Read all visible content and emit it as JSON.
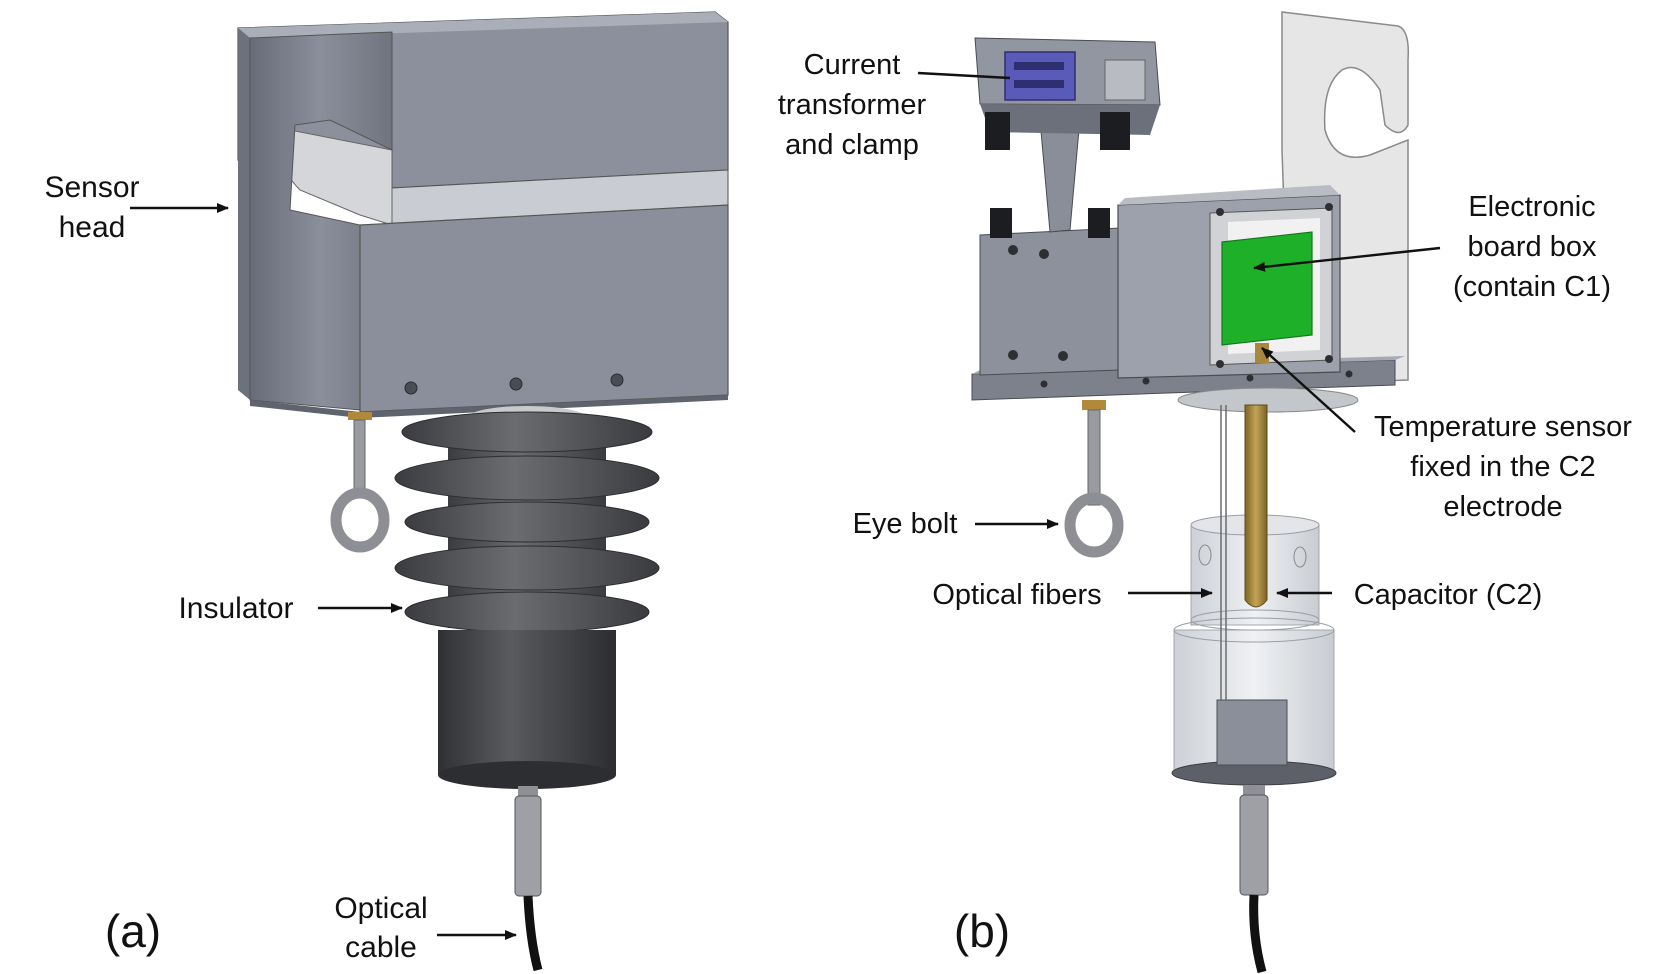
{
  "panels": {
    "a": {
      "label": "(a)"
    },
    "b": {
      "label": "(b)"
    }
  },
  "labels": {
    "sensor_head": [
      "Sensor",
      "head"
    ],
    "insulator": "Insulator",
    "optical_cable": [
      "Optical",
      "cable"
    ],
    "current_transformer": [
      "Current",
      "transformer",
      "and clamp"
    ],
    "electronic_board_box": [
      "Electronic",
      "board box",
      "(contain C1)"
    ],
    "temperature_sensor": [
      "Temperature sensor",
      "fixed in the C2",
      "electrode"
    ],
    "eye_bolt": "Eye bolt",
    "optical_fibers": "Optical fibers",
    "capacitor": "Capacitor (C2)"
  },
  "colors": {
    "housing": "#7a7f8c",
    "housing_dark": "#5d616c",
    "housing_light": "#a3a8b3",
    "insulator": "#4e4f52",
    "insulator_light": "#6d6e72",
    "board_green": "#1fb02a",
    "ct_blue": "#5a5bb8",
    "copper": "#a8883c",
    "glass": "#d9dde2",
    "bracket": "#dcdcdc"
  }
}
